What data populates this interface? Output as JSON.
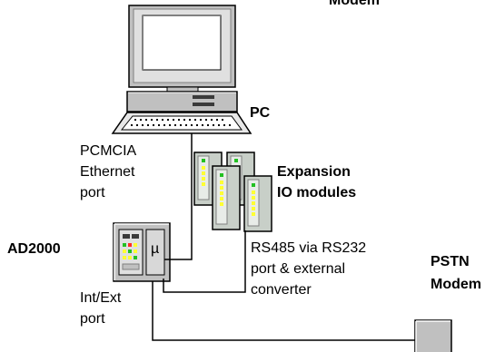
{
  "labels": {
    "modem_top_partial": "Modem",
    "pc": "PC",
    "pcmcia": [
      "PCMCIA",
      "Ethernet",
      "port"
    ],
    "expansion": [
      "Expansion",
      "IO modules"
    ],
    "ad2000": "AD2000",
    "rs485": [
      "RS485 via RS232",
      "port & external",
      "converter"
    ],
    "pstn": [
      "PSTN",
      "Modem"
    ],
    "intext": [
      "Int/Ext",
      "port"
    ],
    "device_glyph": "µ"
  },
  "colors": {
    "line": "#000000",
    "device_gray": "#c0c0c0",
    "device_dark": "#808080",
    "screen_dark": "#3a3a3a",
    "led_green": "#22c022",
    "led_yellow": "#ffff33",
    "led_red": "#ff2a2a",
    "module_body": "#c8cfc8",
    "module_panel": "#e8ece8"
  },
  "icons": {
    "pc": "desktop-computer-icon",
    "expansion": "io-module-stack-icon",
    "ad2000": "controller-unit-icon",
    "modem": "modem-box-icon"
  }
}
